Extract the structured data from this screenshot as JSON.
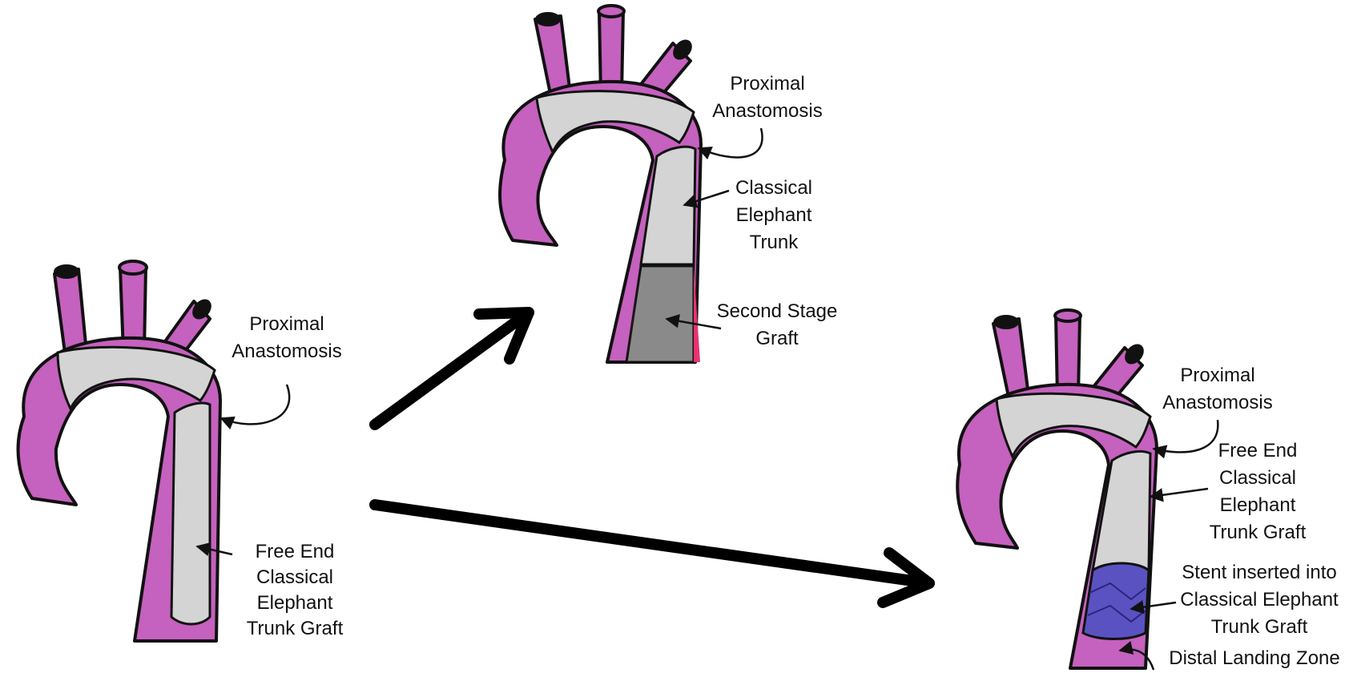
{
  "panels": {
    "left": {
      "proximal": [
        "Proximal",
        "Anastomosis"
      ],
      "free_end": [
        "Free End",
        "Classical",
        "Elephant",
        "Trunk Graft"
      ]
    },
    "top": {
      "proximal": [
        "Proximal",
        "Anastomosis"
      ],
      "classical": [
        "Classical",
        "Elephant",
        "Trunk"
      ],
      "second_stage": [
        "Second Stage",
        "Graft"
      ]
    },
    "right": {
      "proximal": [
        "Proximal",
        "Anastomosis"
      ],
      "free_end": [
        "Free End",
        "Classical",
        "Elephant",
        "Trunk Graft"
      ],
      "stent": [
        "Stent inserted into",
        "Classical Elephant",
        "Trunk Graft"
      ],
      "distal": "Distal Landing Zone"
    }
  },
  "colors": {
    "vessel": "#c561be",
    "graft": "#d4d4d4",
    "second_stage_graft": "#8a8a8a",
    "stent": "#5a52c0",
    "pink_edge": "#e8336e"
  }
}
